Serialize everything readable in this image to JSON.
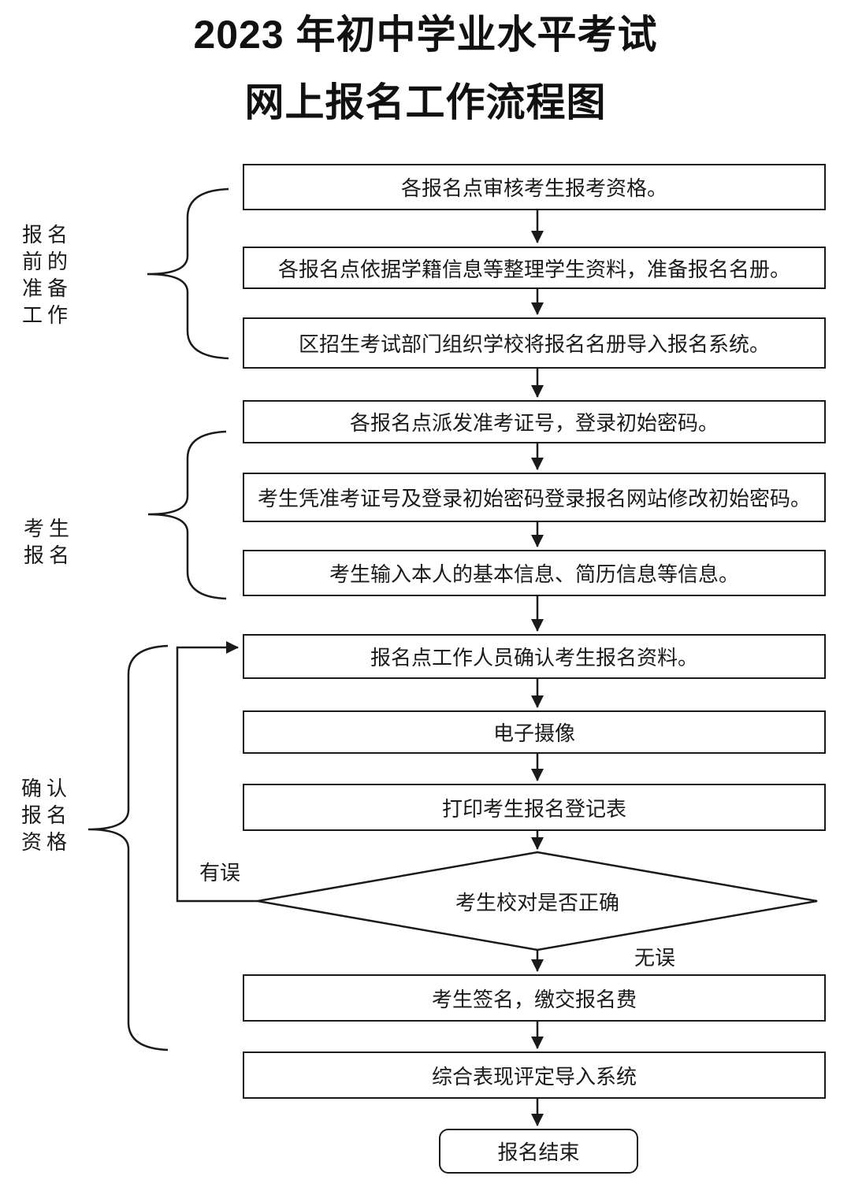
{
  "title": {
    "line1": "2023 年初中学业水平考试",
    "line2": "网上报名工作流程图"
  },
  "sections": [
    {
      "label": "报名\n前的\n准备\n工作"
    },
    {
      "label": "考生\n报名"
    },
    {
      "label": "确认\n报名\n资格"
    }
  ],
  "flow": {
    "boxes": [
      {
        "text": "各报名点审核考生报考资格。"
      },
      {
        "text": "各报名点依据学籍信息等整理学生资料，准备报名名册。"
      },
      {
        "text": "区招生考试部门组织学校将报名名册导入报名系统。"
      },
      {
        "text": "各报名点派发准考证号，登录初始密码。"
      },
      {
        "text": "考生凭准考证号及登录初始密码登录报名网站修改初始密码。"
      },
      {
        "text": "考生输入本人的基本信息、简历信息等信息。"
      },
      {
        "text": "报名点工作人员确认考生报名资料。"
      },
      {
        "text": "电子摄像"
      },
      {
        "text": "打印考生报名登记表"
      },
      {
        "text": "考生签名，缴交报名费"
      },
      {
        "text": "综合表现评定导入系统"
      }
    ],
    "decision": {
      "text": "考生校对是否正确",
      "error_label": "有误",
      "ok_label": "无误"
    },
    "end": {
      "text": "报名结束"
    }
  },
  "colors": {
    "line": "#1a1a1a",
    "background": "#ffffff",
    "text": "#1a1a1a"
  }
}
